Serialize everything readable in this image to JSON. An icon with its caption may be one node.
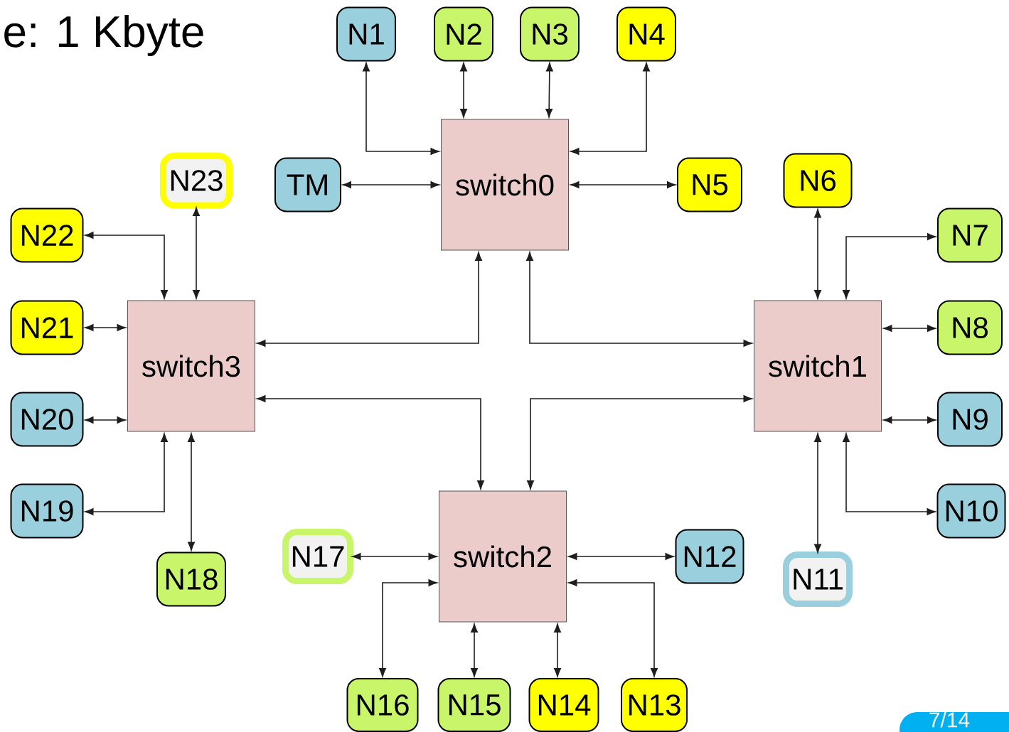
{
  "diagram": {
    "nodes": [
      {
        "text": [
          "switch0"
        ]
      },
      {
        "text": [
          "switch1"
        ]
      },
      {
        "text": [
          "switch2"
        ]
      },
      {
        "text": [
          "switch3"
        ]
      },
      {
        "text": [
          "TM"
        ]
      },
      {
        "text": [
          "N1"
        ]
      },
      {
        "text": [
          "N2"
        ]
      },
      {
        "text": [
          "N3"
        ]
      },
      {
        "text": [
          "N4"
        ]
      },
      {
        "text": [
          "N5"
        ]
      },
      {
        "text": [
          "N6"
        ]
      },
      {
        "text": [
          "N7"
        ]
      },
      {
        "text": [
          "N8"
        ]
      },
      {
        "text": [
          "N9"
        ]
      },
      {
        "text": [
          "N10"
        ]
      },
      {
        "text": [
          "N11"
        ]
      },
      {
        "text": [
          "N12"
        ]
      },
      {
        "text": [
          "N13"
        ]
      },
      {
        "text": [
          "N14"
        ]
      },
      {
        "text": [
          "N15"
        ]
      },
      {
        "text": [
          "N16"
        ]
      },
      {
        "text": [
          "N17"
        ]
      },
      {
        "text": [
          "N18"
        ]
      },
      {
        "text": [
          "N19"
        ]
      },
      {
        "text": [
          "N20"
        ]
      },
      {
        "text": [
          "N21"
        ]
      },
      {
        "text": [
          "N22"
        ]
      },
      {
        "text": [
          "N23"
        ]
      }
    ],
    "edges": [
      {
        "from": 5,
        "to": 0,
        "arrow": "both"
      },
      {
        "from": 6,
        "to": 0,
        "arrow": "both"
      },
      {
        "from": 7,
        "to": 0,
        "arrow": "both"
      },
      {
        "from": 8,
        "to": 0,
        "arrow": "both"
      },
      {
        "from": 4,
        "to": 0,
        "arrow": "both"
      },
      {
        "from": 9,
        "to": 0,
        "arrow": "both"
      },
      {
        "from": 10,
        "to": 1,
        "arrow": "both"
      },
      {
        "from": 11,
        "to": 1,
        "arrow": "both"
      },
      {
        "from": 12,
        "to": 1,
        "arrow": "both"
      },
      {
        "from": 13,
        "to": 1,
        "arrow": "both"
      },
      {
        "from": 14,
        "to": 1,
        "arrow": "both"
      },
      {
        "from": 15,
        "to": 1,
        "arrow": "both"
      },
      {
        "from": 16,
        "to": 2,
        "arrow": "both"
      },
      {
        "from": 17,
        "to": 2,
        "arrow": "both"
      },
      {
        "from": 18,
        "to": 2,
        "arrow": "both"
      },
      {
        "from": 19,
        "to": 2,
        "arrow": "both"
      },
      {
        "from": 20,
        "to": 2,
        "arrow": "both"
      },
      {
        "from": 21,
        "to": 2,
        "arrow": "both"
      },
      {
        "from": 22,
        "to": 3,
        "arrow": "both"
      },
      {
        "from": 23,
        "to": 3,
        "arrow": "both"
      },
      {
        "from": 24,
        "to": 3,
        "arrow": "both"
      },
      {
        "from": 25,
        "to": 3,
        "arrow": "both"
      },
      {
        "from": 26,
        "to": 3,
        "arrow": "both"
      },
      {
        "from": 27,
        "to": 3,
        "arrow": "both"
      },
      {
        "from": 0,
        "to": 3,
        "arrow": "both"
      },
      {
        "from": 0,
        "to": 1,
        "arrow": "both"
      },
      {
        "from": 3,
        "to": 2,
        "arrow": "both"
      },
      {
        "from": 1,
        "to": 2,
        "arrow": "both"
      }
    ],
    "labels": [
      "e: 1 Kbyte",
      "7/14"
    ]
  }
}
